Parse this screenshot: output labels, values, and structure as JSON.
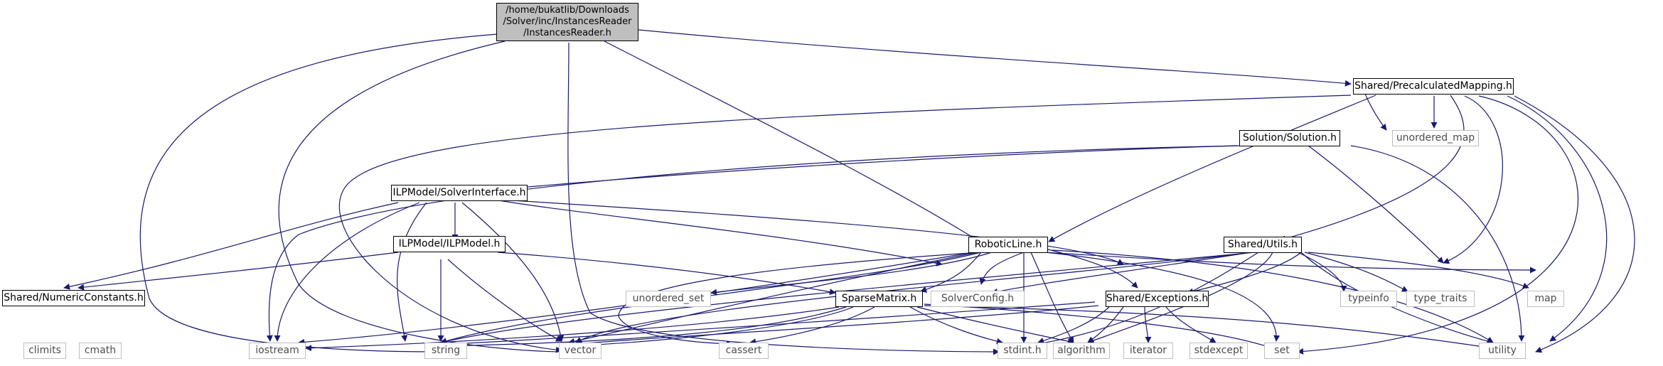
{
  "root": {
    "line1": "/home/bukatlib/Downloads",
    "line2": "/Solver/inc/InstancesReader",
    "line3": "/InstancesReader.h"
  },
  "nodes": {
    "precalc": "Shared/PrecalculatedMapping.h",
    "solution": "Solution/Solution.h",
    "unordered_map": "unordered_map",
    "solverinterface": "ILPModel/SolverInterface.h",
    "ilpmodel": "ILPModel/ILPModel.h",
    "roboticline": "RoboticLine.h",
    "utils": "Shared/Utils.h",
    "numeric": "Shared/NumericConstants.h",
    "unordered_set": "unordered_set",
    "solverconfig": "SolverConfig.h",
    "sparsematrix": "SparseMatrix.h",
    "exceptions": "Shared/Exceptions.h",
    "typeinfo": "typeinfo",
    "type_traits": "type_traits",
    "map": "map",
    "climits": "climits",
    "cmath": "cmath",
    "iostream": "iostream",
    "string": "string",
    "vector": "vector",
    "cassert": "cassert",
    "stdint": "stdint.h",
    "algorithm": "algorithm",
    "iterator": "iterator",
    "stdexcept": "stdexcept",
    "set": "set",
    "utility": "utility"
  },
  "colors": {
    "edge": "#191970",
    "external_border": "#bfbfbf",
    "root_fill": "#bfbfbf"
  }
}
